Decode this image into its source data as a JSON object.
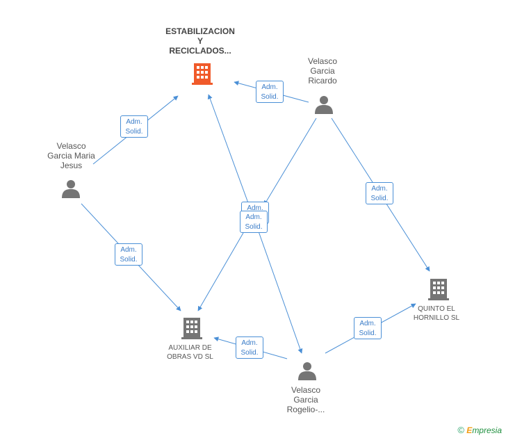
{
  "nodes": {
    "estabilizacion": {
      "lines": [
        "ESTABILIZACION",
        "Y",
        "RECICLADOS..."
      ],
      "type": "company",
      "highlight": true
    },
    "velasco_ricardo": {
      "lines": [
        "Velasco",
        "Garcia",
        "Ricardo"
      ],
      "type": "person"
    },
    "velasco_maria": {
      "lines": [
        "Velasco",
        "Garcia Maria",
        "Jesus"
      ],
      "type": "person"
    },
    "quinto": {
      "lines": [
        "QUINTO EL",
        "HORNILLO  SL"
      ],
      "type": "company"
    },
    "auxiliar": {
      "lines": [
        "AUXILIAR DE",
        "OBRAS VD SL"
      ],
      "type": "company"
    },
    "velasco_rogelio": {
      "lines": [
        "Velasco",
        "Garcia",
        "Rogelio-..."
      ],
      "type": "person"
    }
  },
  "edge_label": {
    "line1": "Adm.",
    "line2": "Solid."
  },
  "colors": {
    "edge": "#4a8fd6",
    "node": "#757575",
    "highlight": "#f05a2a"
  },
  "footer": {
    "copyright": "©",
    "brand_initial": "E",
    "brand_rest": "mpresia"
  }
}
